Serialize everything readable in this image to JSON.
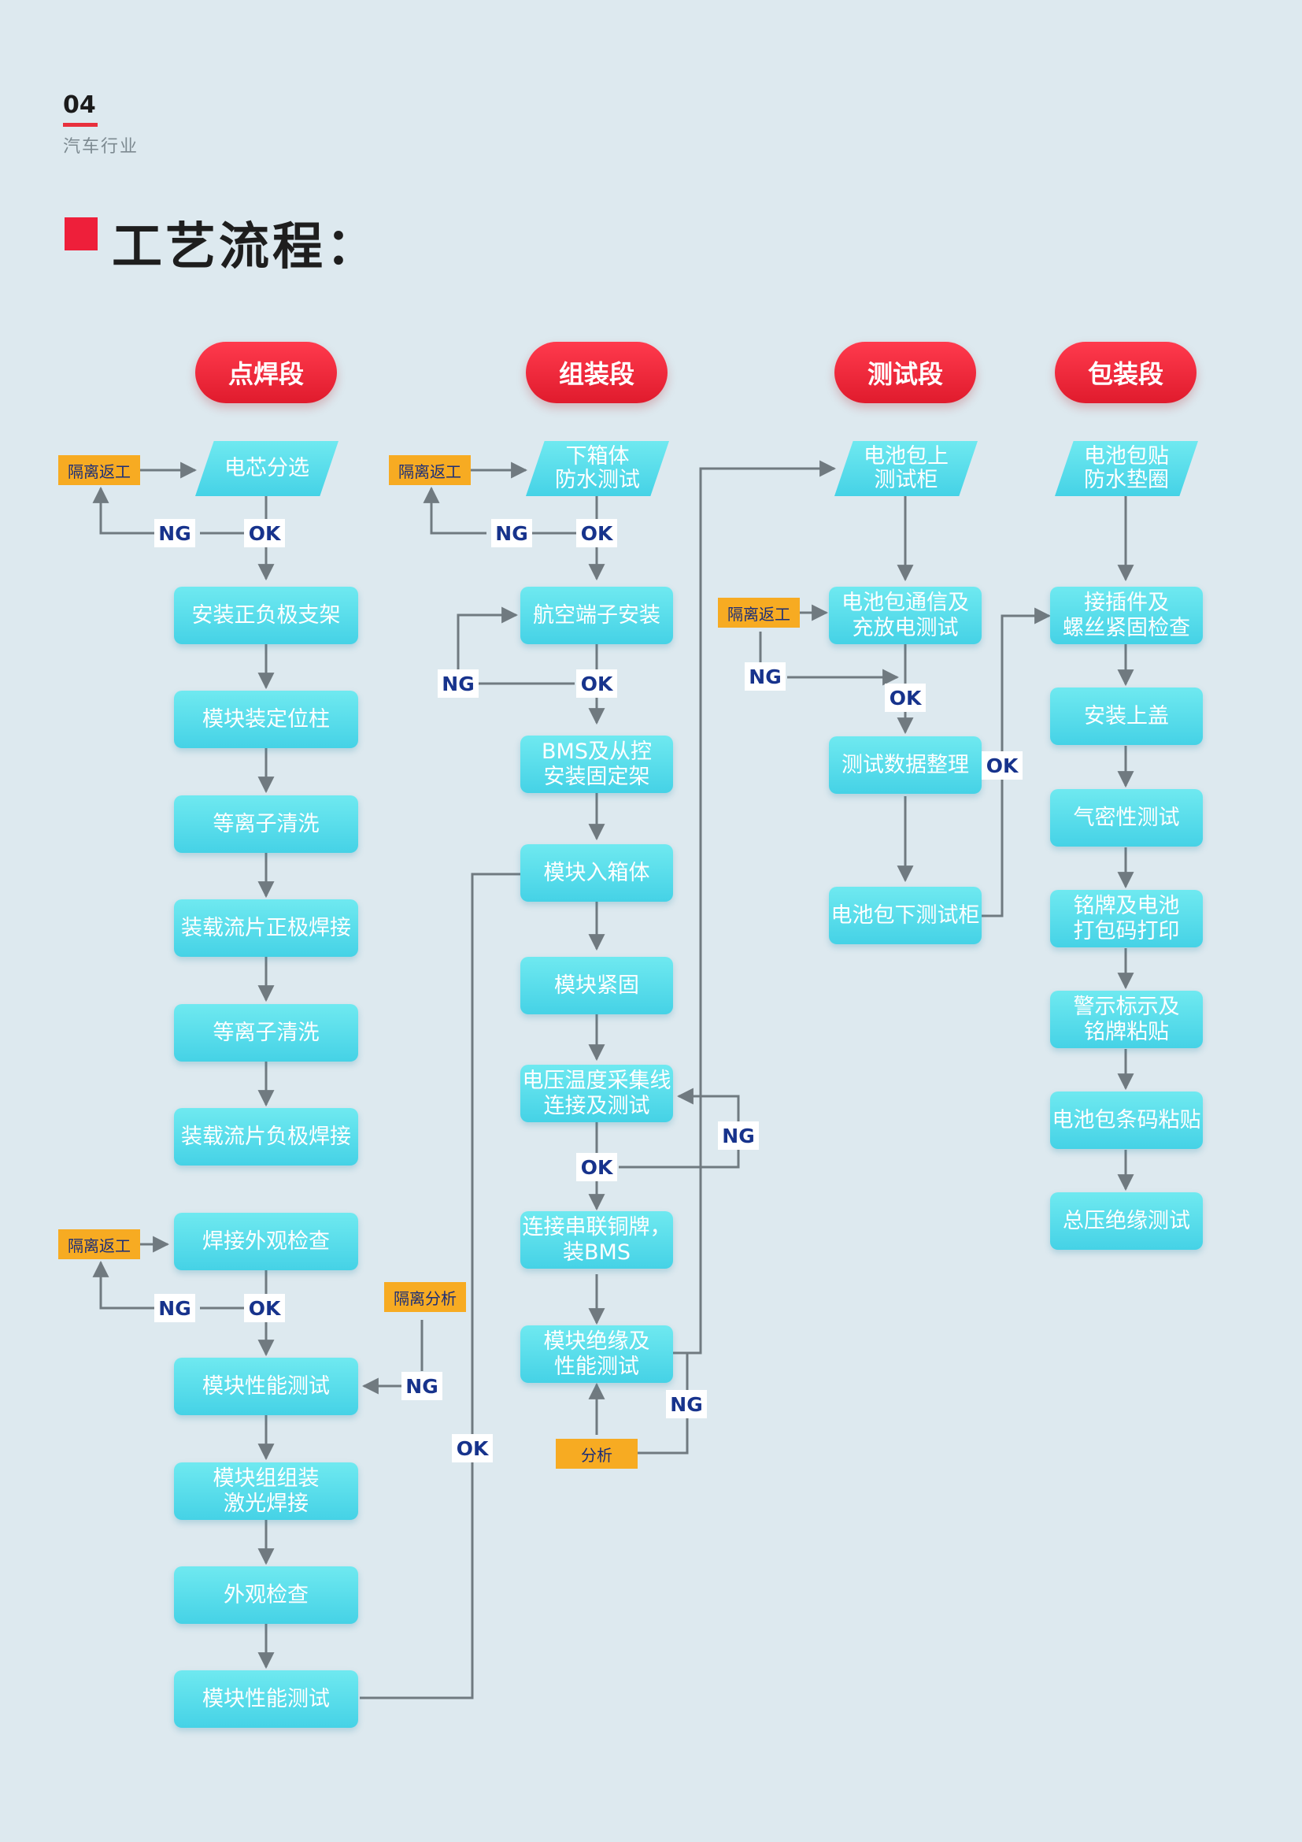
{
  "header": {
    "page_number": "04",
    "section": "汽车行业",
    "title": "工艺流程："
  },
  "stages": [
    "点焊段",
    "组装段",
    "测试段",
    "包装段"
  ],
  "col1": {
    "start": "电芯分选",
    "steps": [
      "安装正负极支架",
      "模块装定位柱",
      "等离子清洗",
      "装载流片正极焊接",
      "等离子清洗",
      "装载流片负极焊接",
      "焊接外观检查",
      "模块性能测试",
      "模块组组装\n激光焊接",
      "外观检查",
      "模块性能测试"
    ],
    "rework_top": "隔离返工",
    "rework_mid": "隔离返工",
    "isolate_analysis": "隔离分析"
  },
  "col2": {
    "start": "下箱体\n防水测试",
    "steps": [
      "航空端子安装",
      "BMS及从控\n安装固定架",
      "模块入箱体",
      "模块紧固",
      "电压温度采集线\n连接及测试",
      "连接串联铜牌，\n装BMS",
      "模块绝缘及\n性能测试"
    ],
    "rework_top": "隔离返工",
    "analysis": "分析"
  },
  "col3": {
    "start": "电池包上\n测试柜",
    "steps": [
      "电池包通信及\n充放电测试",
      "测试数据整理",
      "电池包下测试柜"
    ],
    "rework": "隔离返工"
  },
  "col4": {
    "start": "电池包贴\n防水垫圈",
    "steps": [
      "接插件及\n螺丝紧固检查",
      "安装上盖",
      "气密性测试",
      "铭牌及电池\n打包码打印",
      "警示标示及\n铭牌粘贴",
      "电池包条码粘贴",
      "总压绝缘测试"
    ]
  },
  "tags": {
    "ok": "OK",
    "ng": "NG"
  }
}
